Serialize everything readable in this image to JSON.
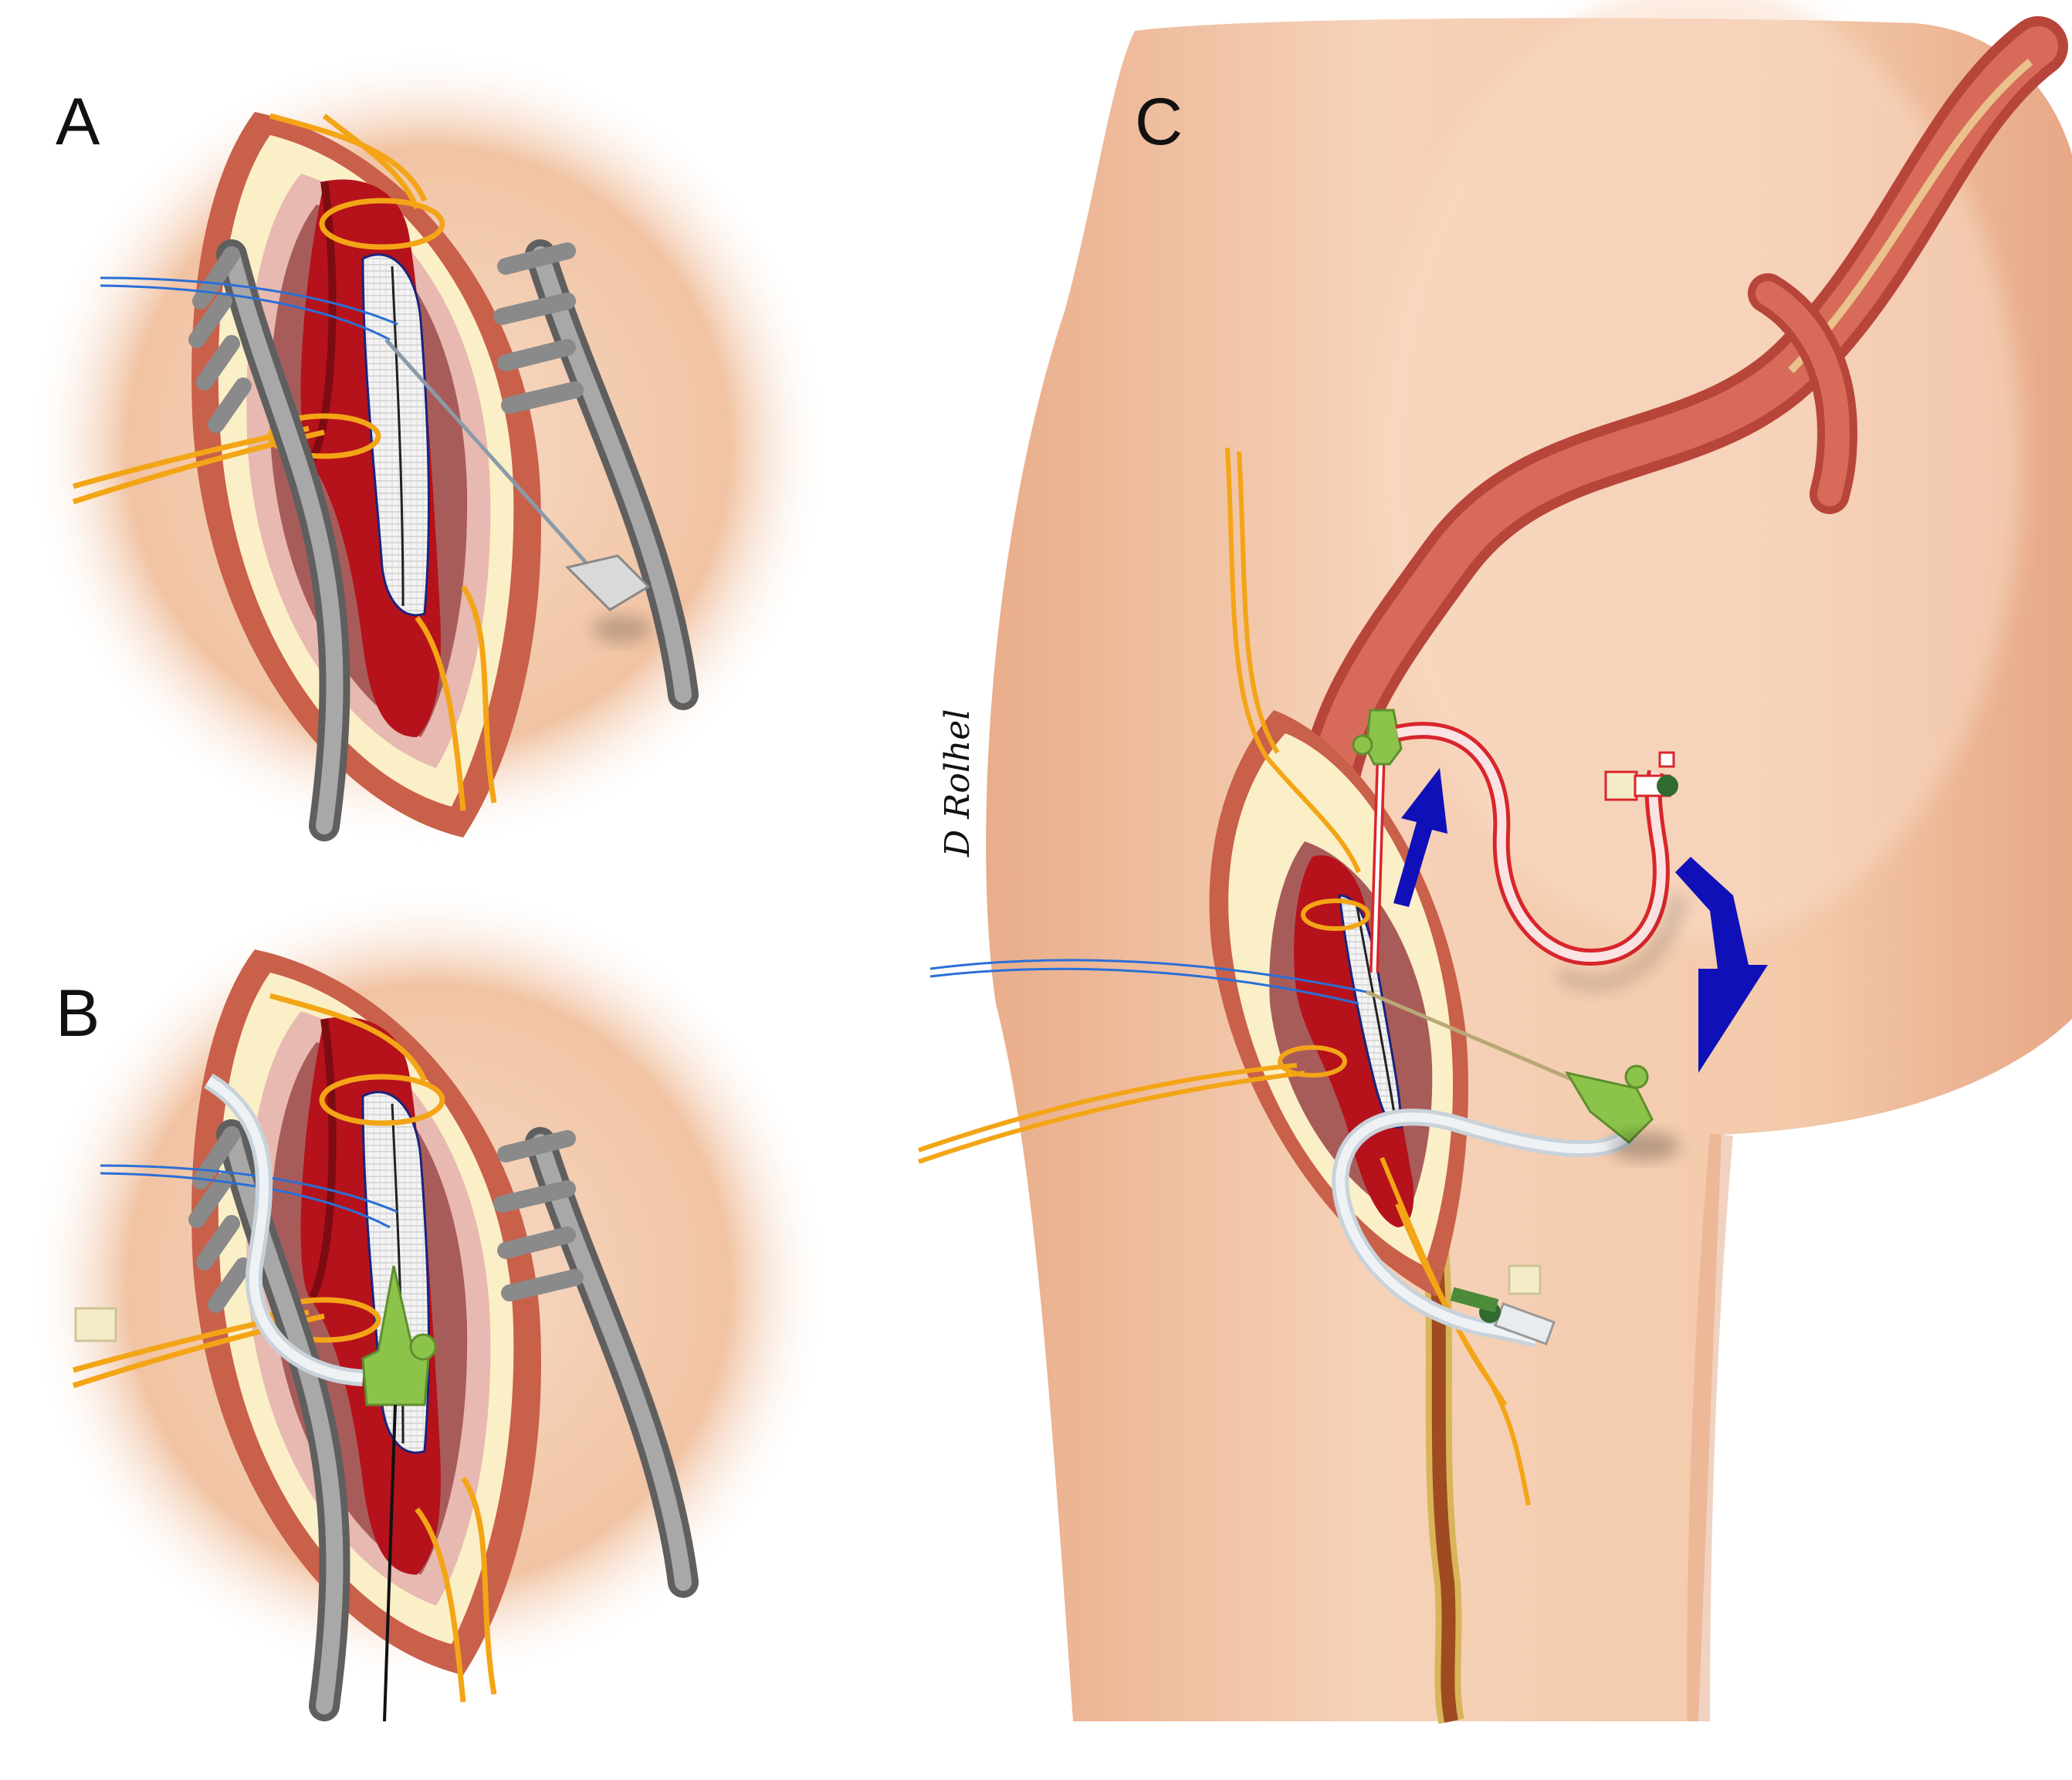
{
  "figure": {
    "panels": [
      {
        "id": "A",
        "label": "A"
      },
      {
        "id": "B",
        "label": "B"
      },
      {
        "id": "C",
        "label": "C"
      }
    ],
    "signature": "D Rolhel",
    "colors": {
      "skin_light": "#f7dcc8",
      "skin": "#f1c3a3",
      "skin_dark": "#e4a582",
      "artery": "#b5121b",
      "artery_dark": "#7d0b12",
      "muscle": "#a85c5a",
      "fat": "#fbefc8",
      "wound_edge": "#c9604a",
      "vessel_loop": "#f3a516",
      "suture": "#2b6fd6",
      "retractor": "#8a8a8a",
      "graft": "#f2f2f2",
      "cannula_green": "#8cc34a",
      "stopcock_green": "#2f6b2f",
      "circuit_red": "#d8262b",
      "flow_arrow": "#1010b8",
      "femoral_artery_thigh": "#cf5a4a"
    }
  }
}
